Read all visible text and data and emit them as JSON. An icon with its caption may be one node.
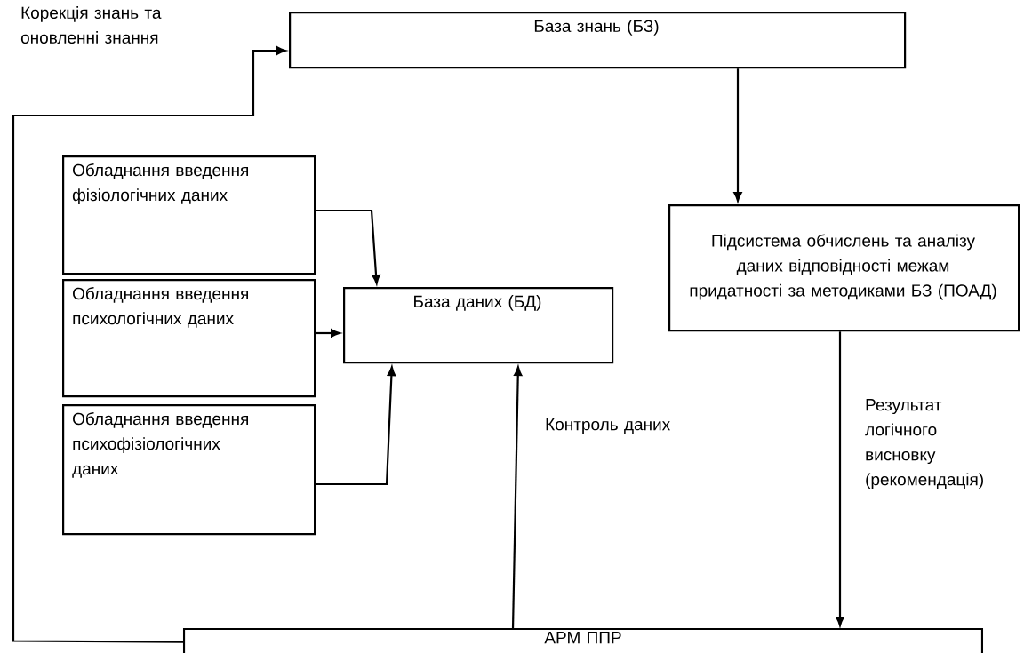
{
  "diagram": {
    "nodes": [
      {
        "text": [
          "База знань (БЗ)"
        ]
      },
      {
        "text": [
          "Обладнання введення фізіологічних даних"
        ]
      },
      {
        "text": [
          "Обладнання введення психологічних даних"
        ]
      },
      {
        "text": [
          "Обладнання введення психофізіологічних даних"
        ]
      },
      {
        "text": [
          "База даних (БД)"
        ]
      },
      {
        "text": [
          "Підсистема обчислень та аналізу даних відповідності межам придатності за методиками БЗ (ПОАД)"
        ]
      },
      {
        "text": [
          "АРМ ППР"
        ]
      }
    ],
    "edges": [
      {
        "from": 6,
        "to": 0,
        "arrow": "to",
        "label": "Корекція знань та оновленні знання"
      },
      {
        "from": 0,
        "to": 5,
        "arrow": "to"
      },
      {
        "from": 1,
        "to": 4,
        "arrow": "to"
      },
      {
        "from": 2,
        "to": 4,
        "arrow": "to"
      },
      {
        "from": 3,
        "to": 4,
        "arrow": "to"
      },
      {
        "from": 6,
        "to": 4,
        "arrow": "to",
        "label": "Контроль даних"
      },
      {
        "from": 5,
        "to": 6,
        "arrow": "to",
        "label": "Результат логічного висновку (рекомендація)"
      }
    ]
  }
}
